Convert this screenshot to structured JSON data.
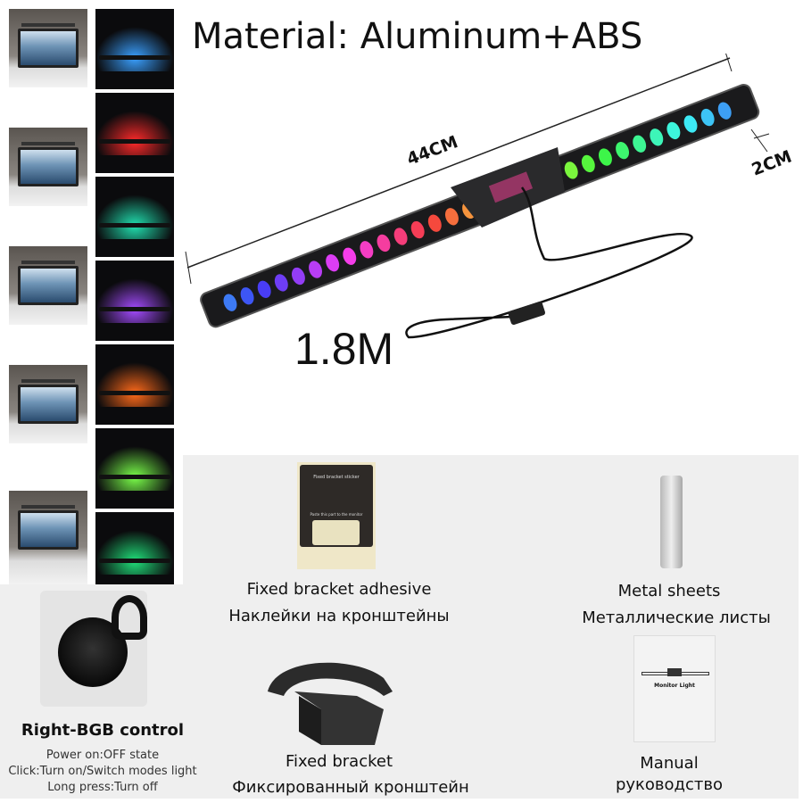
{
  "title": "Material: Aluminum+ABS",
  "dimensions": {
    "length": "44CM",
    "diameter": "2CM",
    "cable": "1.8M"
  },
  "glow_colors": [
    "#3aa0ff",
    "#ff2a2a",
    "#21e0b0",
    "#a44bff",
    "#ff6a1a",
    "#7aff4a",
    "#20e07a"
  ],
  "control": {
    "title": "Right-BGB control",
    "lines": [
      "Power on:OFF state",
      "Click:Turn on/Switch modes light",
      "Long press:Turn off"
    ]
  },
  "items": [
    {
      "en": "Fixed bracket adhesive",
      "ru": "Наклейки на кронштейны",
      "sticker_title": "Fixed bracket sticker",
      "sticker_note": "Paste this part to the monitor"
    },
    {
      "en": "Metal sheets",
      "ru": "Металлические листы"
    },
    {
      "en": "Fixed bracket",
      "ru": "Фиксированный кронштейн"
    },
    {
      "en": "Manual",
      "ru": "руководство",
      "manual_title": "Monitor Light"
    }
  ]
}
